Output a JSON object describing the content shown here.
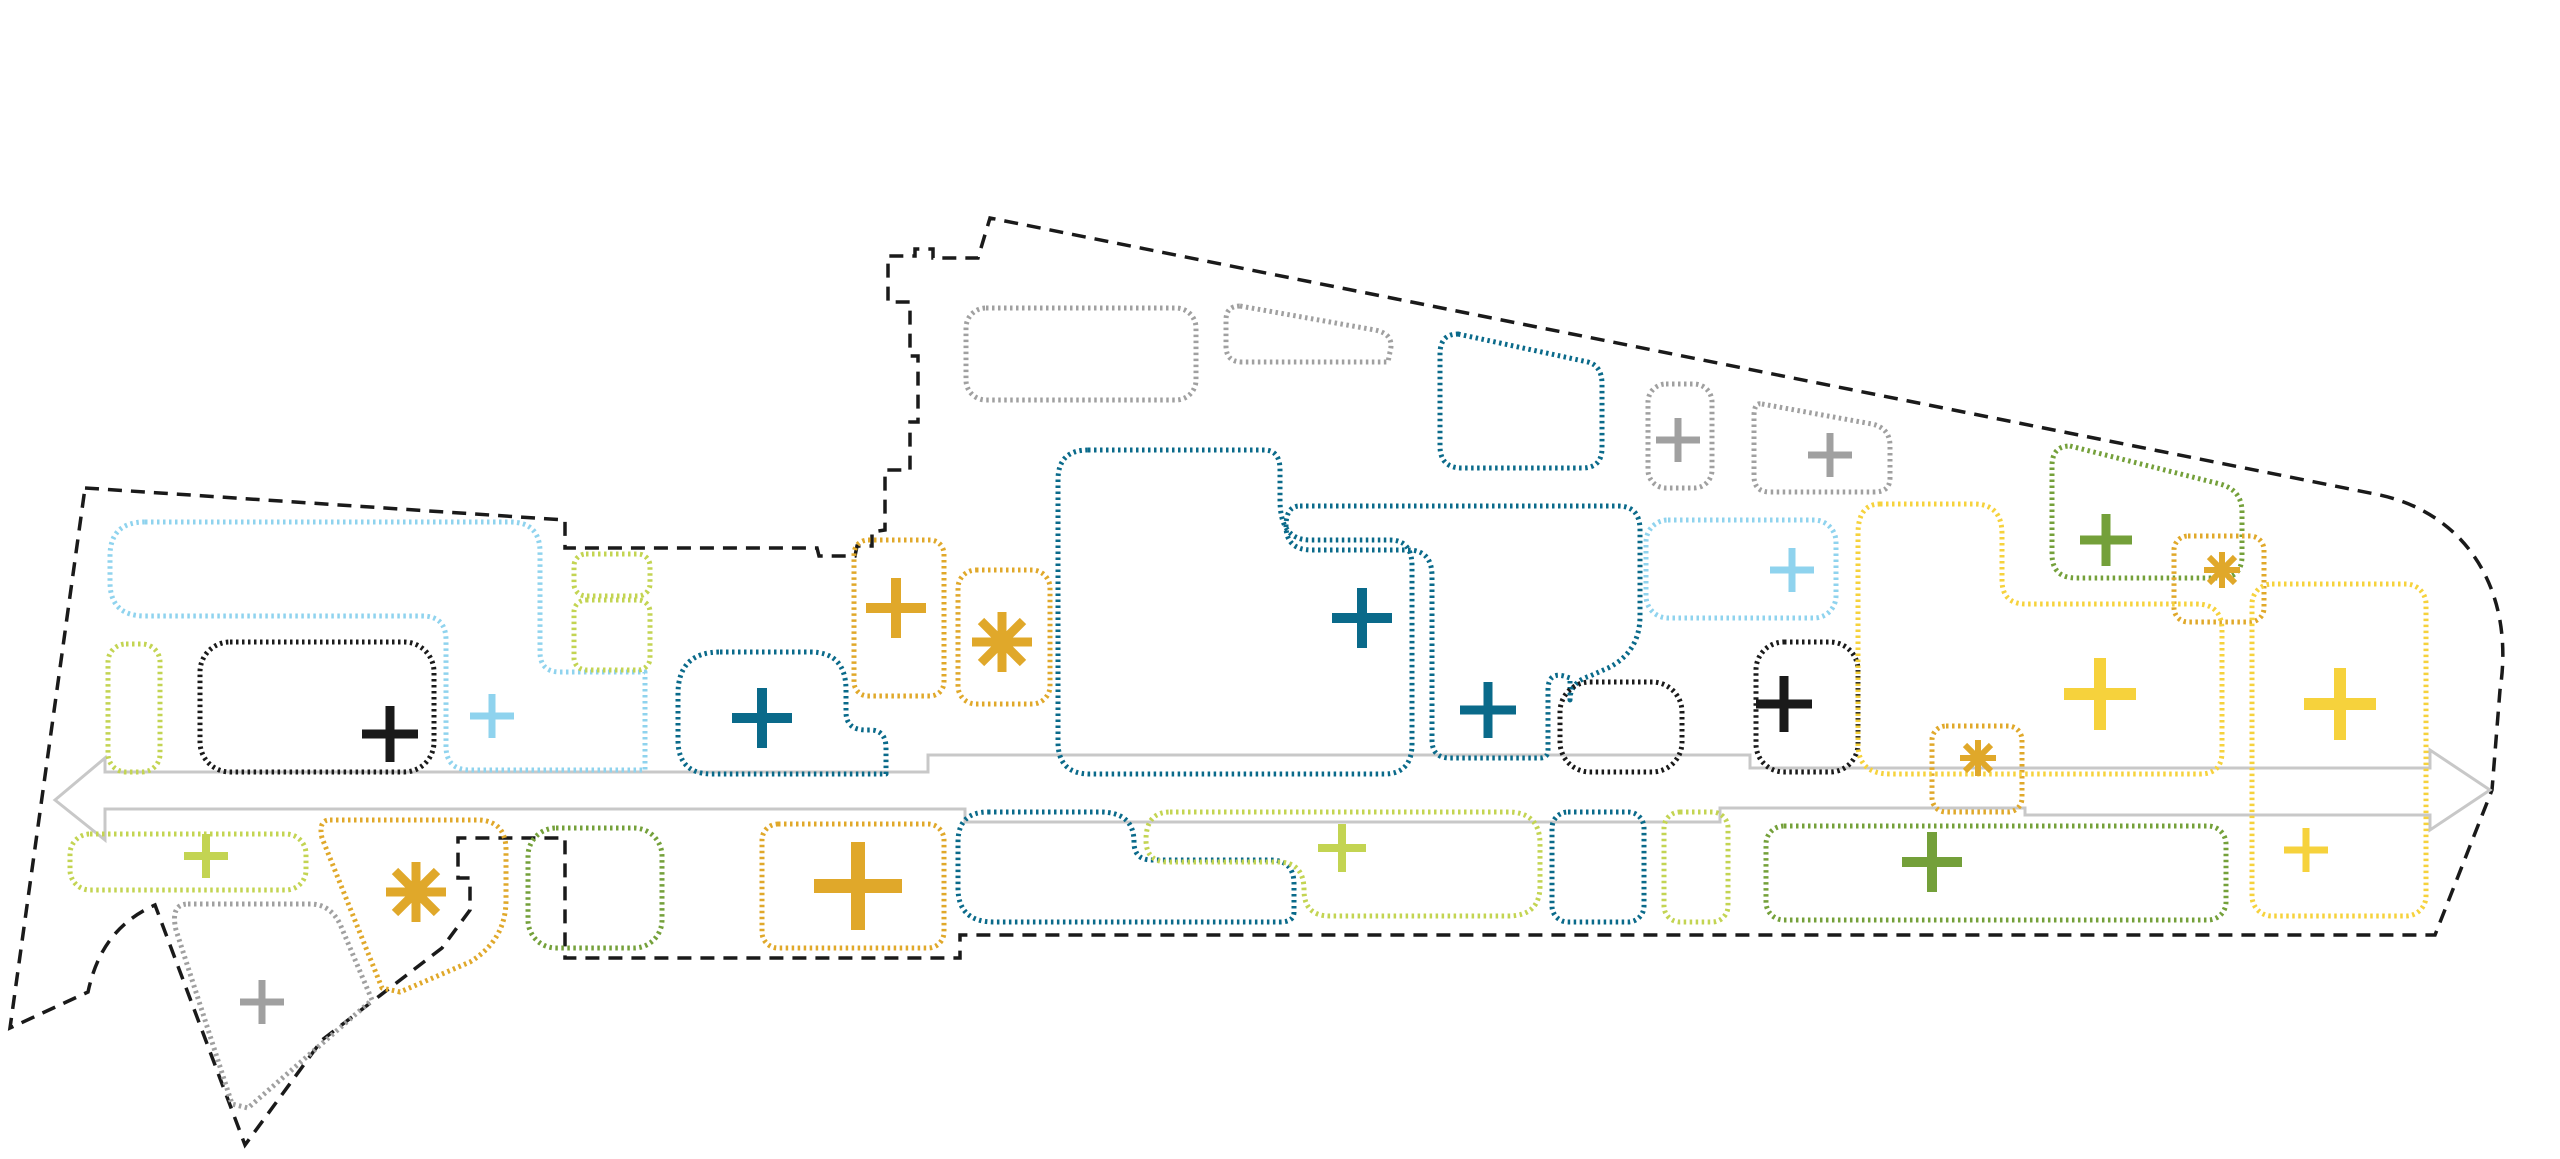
{
  "diagram": {
    "type": "site-masterplan-zoning",
    "legend": "",
    "colors": {
      "boundary": "#1a1a1a",
      "axis": "#c8c8c8",
      "grey": "#a0a0a0",
      "light_blue": "#8fd3ee",
      "petrol": "#0a6a8a",
      "black": "#1a1a1a",
      "lime": "#c3d452",
      "olive": "#74a03a",
      "ochre": "#e0a82a",
      "yellow": "#f6d23c",
      "white": "#ffffff"
    },
    "zone_groups": [
      {
        "id": "grey",
        "zones": 5,
        "plus_markers": 3,
        "star_markers": 0
      },
      {
        "id": "light_blue",
        "zones": 2,
        "plus_markers": 2,
        "star_markers": 0
      },
      {
        "id": "petrol",
        "zones": 6,
        "plus_markers": 3,
        "star_markers": 0
      },
      {
        "id": "black",
        "zones": 3,
        "plus_markers": 2,
        "star_markers": 0
      },
      {
        "id": "lime",
        "zones": 6,
        "plus_markers": 2,
        "star_markers": 0
      },
      {
        "id": "olive",
        "zones": 3,
        "plus_markers": 2,
        "star_markers": 0
      },
      {
        "id": "ochre",
        "zones": 6,
        "plus_markers": 2,
        "star_markers": 4
      },
      {
        "id": "yellow",
        "zones": 2,
        "plus_markers": 3,
        "star_markers": 0
      }
    ]
  }
}
